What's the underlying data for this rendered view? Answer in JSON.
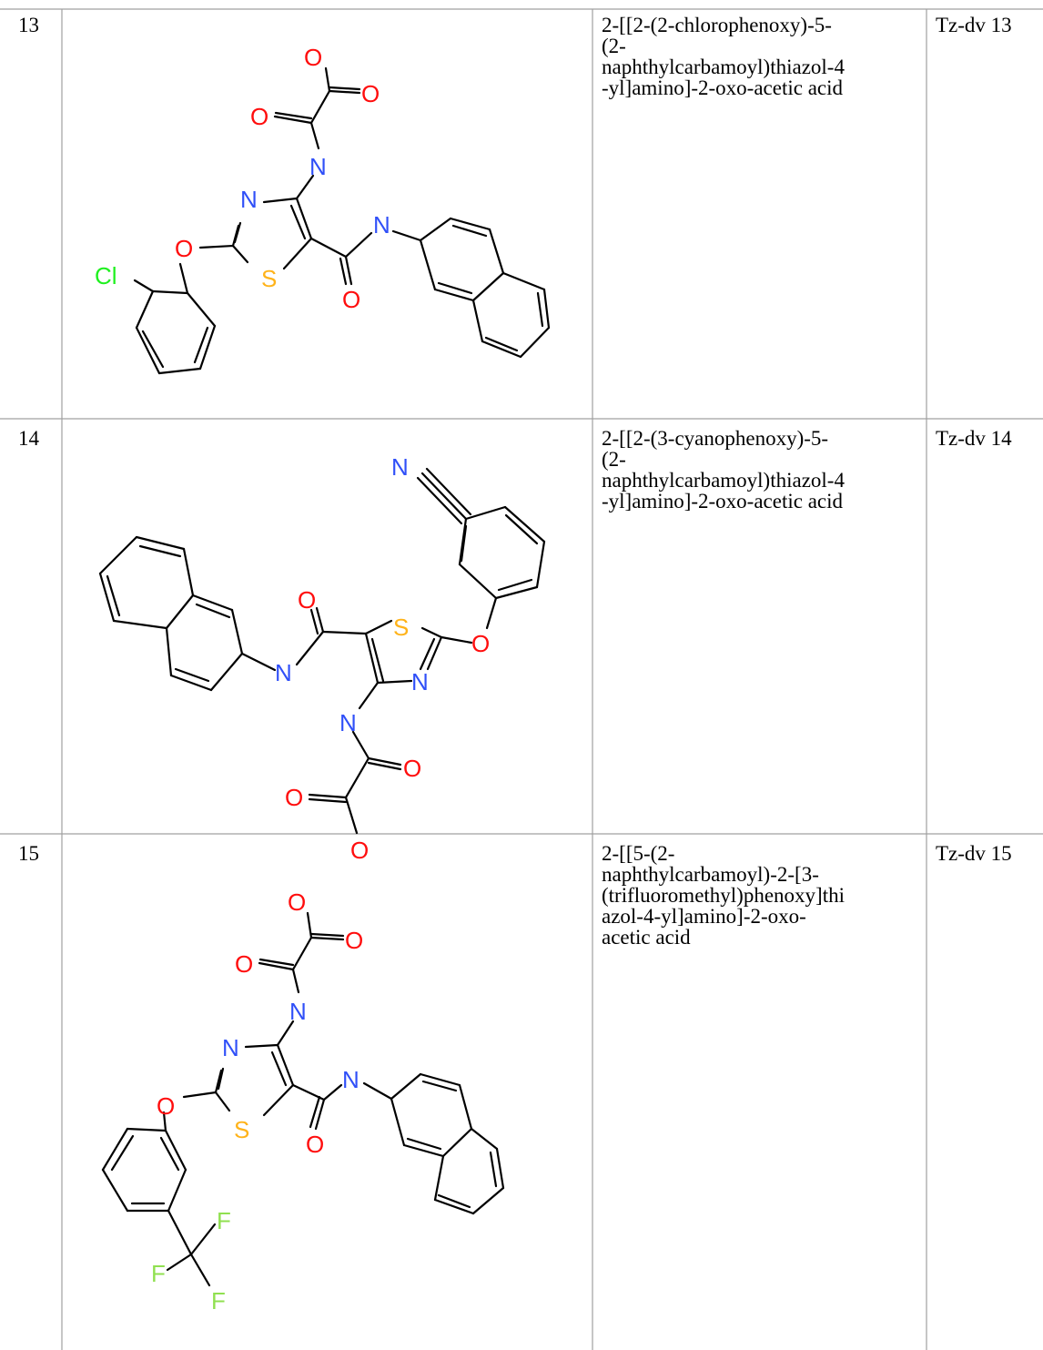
{
  "rows": [
    {
      "number": "13",
      "name_lines": [
        "2-[[2-(2-chlorophenoxy)-5-",
        "(2-",
        "naphthylcarbamoyl)thiazol-4",
        "-yl]amino]-2-oxo-acetic acid"
      ],
      "code": "Tz-dv 13"
    },
    {
      "number": "14",
      "name_lines": [
        "2-[[2-(3-cyanophenoxy)-5-",
        "(2-",
        "naphthylcarbamoyl)thiazol-4",
        "-yl]amino]-2-oxo-acetic acid"
      ],
      "code": "Tz-dv 14"
    },
    {
      "number": "15",
      "name_lines": [
        "2-[[5-(2-",
        "naphthylcarbamoyl)-2-[3-",
        "(trifluoromethyl)phenoxy]thi",
        "azol-4-yl]amino]-2-oxo-",
        "acetic acid"
      ],
      "code": "Tz-dv 15"
    }
  ],
  "atom_labels": {
    "oxygen": "O",
    "nitrogen": "N",
    "sulfur": "S",
    "chlorine": "Cl",
    "fluorine": "F"
  },
  "colors": {
    "oxygen": "#ff0d0d",
    "nitrogen": "#3050f8",
    "sulfur": "#ffb31a",
    "chlorine": "#1ff01f",
    "fluorine": "#90e050",
    "bond": "#000000",
    "grid": "#a0a0a0"
  }
}
